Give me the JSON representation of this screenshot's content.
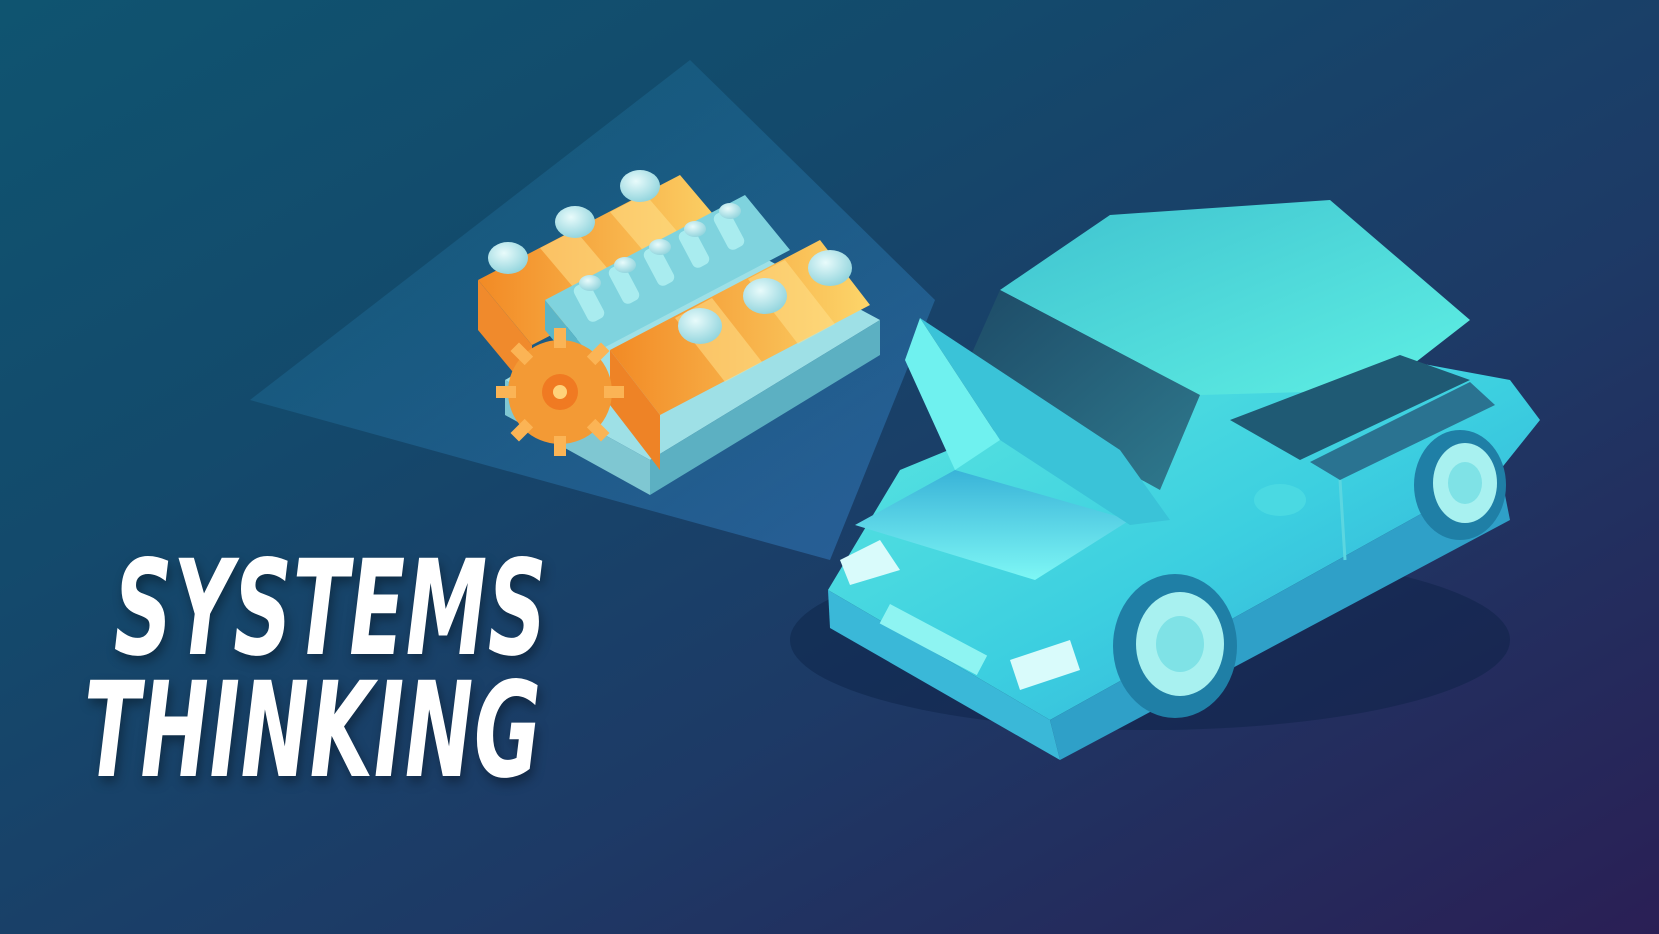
{
  "title": {
    "line1": "SYSTEMS",
    "line2": "THINKING"
  },
  "colors": {
    "bg_top_left": "#0f5470",
    "bg_bottom_right": "#2a1f55",
    "engine_orange": "#f59a2e",
    "engine_yellow": "#fcd66a",
    "car_cyan": "#58e3dc",
    "car_light": "#9bf3f1",
    "title_text": "#ffffff"
  },
  "icons": [
    "engine-block-icon",
    "car-icon",
    "light-beam"
  ]
}
